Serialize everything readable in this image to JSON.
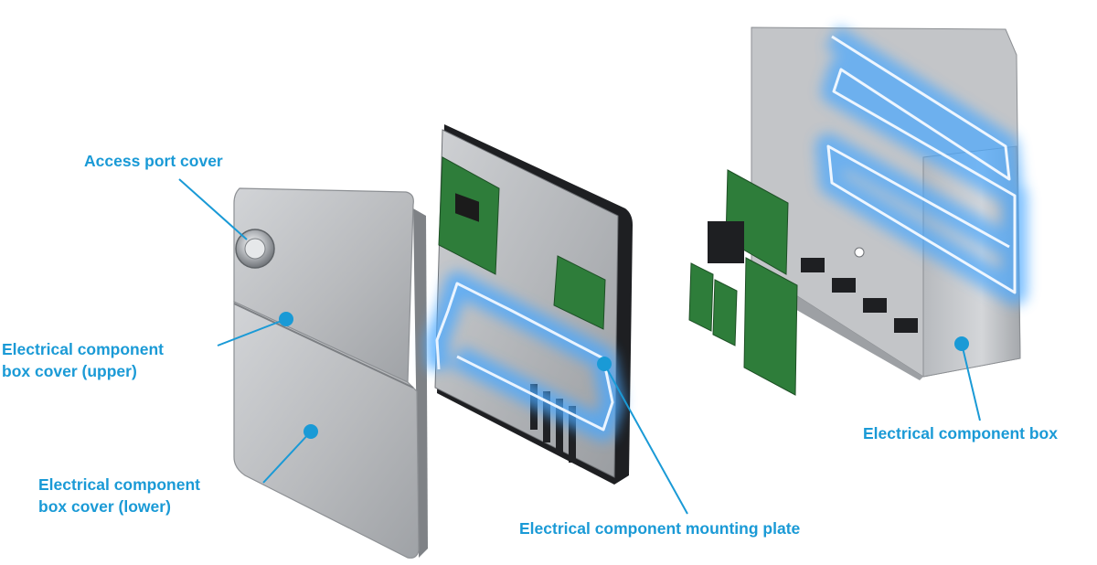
{
  "labels": {
    "access_port_cover": "Access port cover",
    "cover_upper": [
      "Electrical component",
      "box cover (upper)"
    ],
    "cover_lower": [
      "Electrical component",
      "box cover (lower)"
    ],
    "mounting_plate": "Electrical component mounting plate",
    "component_box": "Electrical component box"
  },
  "colors": {
    "label_text": "#1a9ad6",
    "leader_line": "#1a9ad6",
    "marker_dot": "#1a9ad6",
    "metal_light": "#c9cbce",
    "metal_dark": "#8e9196",
    "pcb_green": "#2e7d3a",
    "glow_blue": "#4aa8ff",
    "plate_black": "#1e1f22"
  }
}
